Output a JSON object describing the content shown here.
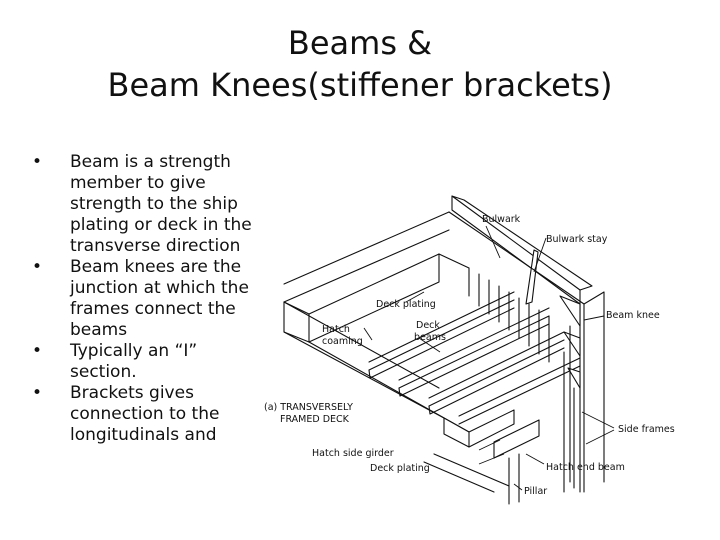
{
  "slide": {
    "title_line1": "Beams &",
    "title_line2": "Beam Knees(stiffener brackets)",
    "bullet_symbol": "•",
    "bullets": [
      "Beam is a strength member to give strength to the ship plating or deck in the transverse direction",
      "Beam knees are the junction at which the frames connect the beams",
      "Typically an “I” section.",
      "Brackets gives connection to the longitudinals and"
    ]
  },
  "figure": {
    "labels": {
      "bulwark": "Bulwark",
      "bulwark_stay": "Bulwark stay",
      "deck_plating_top": "Deck plating",
      "beam_knee": "Beam knee",
      "hatch": "Hatch",
      "coaming": "coaming",
      "deck": "Deck",
      "beams": "beams",
      "caption_line1": "(a) TRANSVERSELY",
      "caption_line2": "FRAMED DECK",
      "side_frames": "Side frames",
      "hatch_side_girder": "Hatch side girder",
      "deck_plating_bottom": "Deck plating",
      "hatch_end_beam": "Hatch end beam",
      "pillar": "Pillar"
    }
  }
}
